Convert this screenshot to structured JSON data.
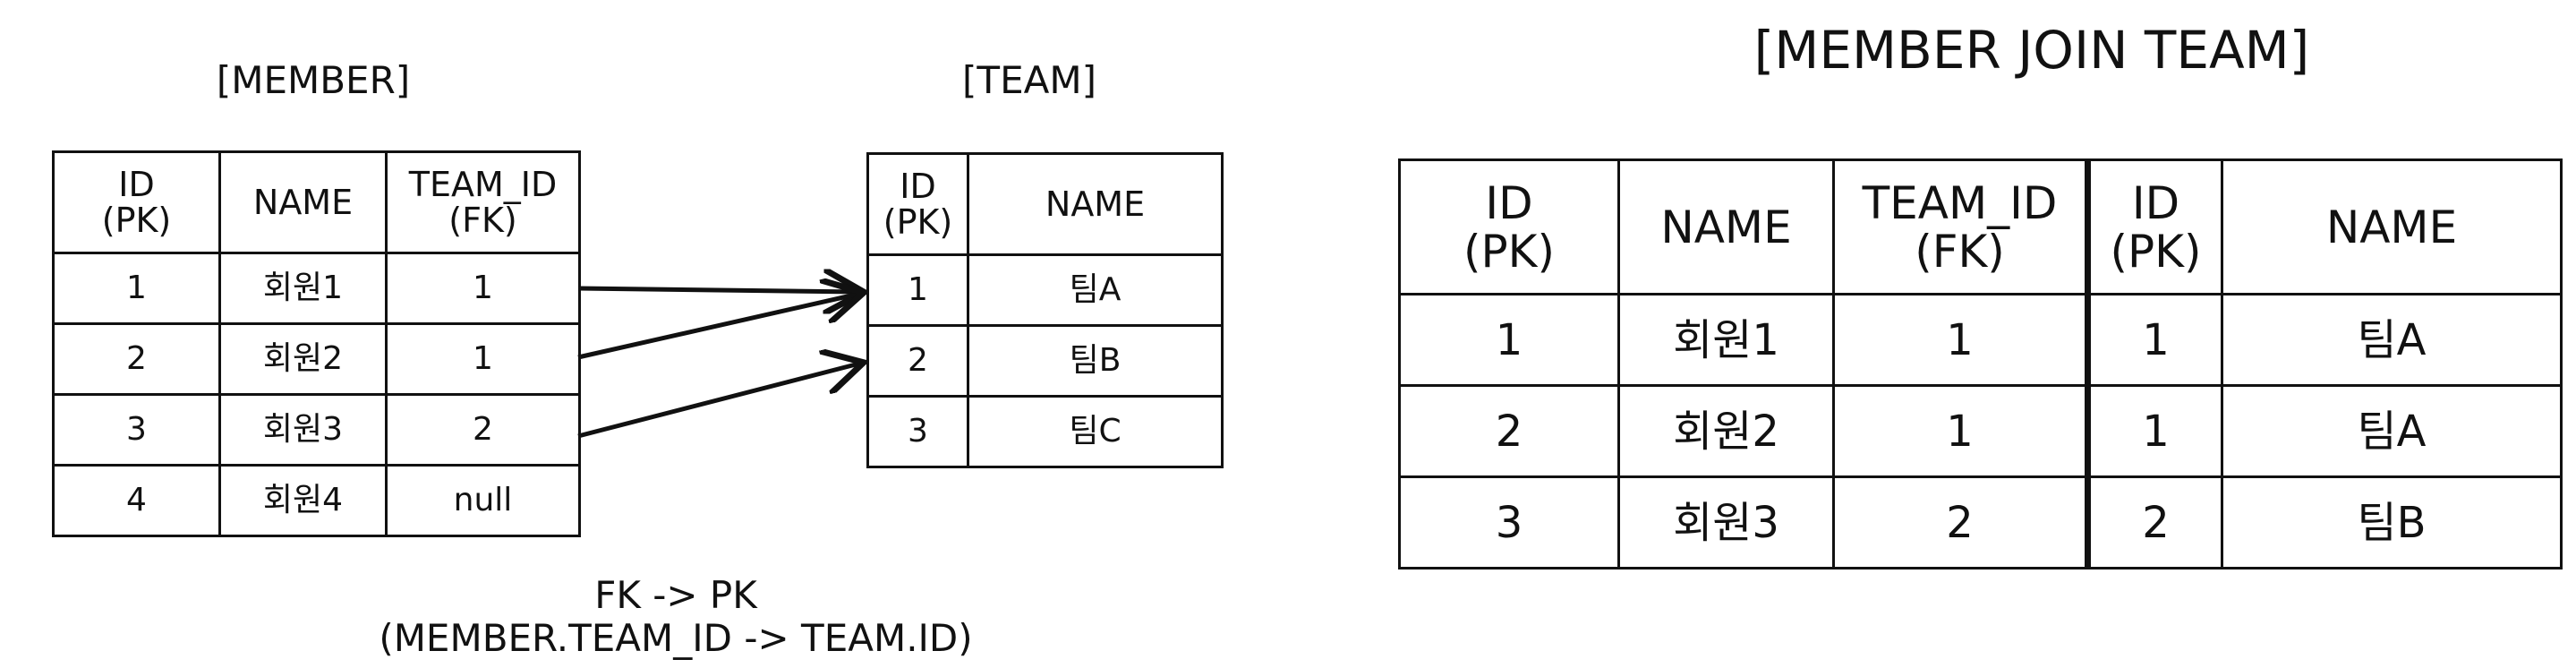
{
  "member": {
    "title": "[MEMBER]",
    "columns": [
      "ID\n(PK)",
      "NAME",
      "TEAM_ID\n(FK)"
    ],
    "rows": [
      [
        "1",
        "회원1",
        "1"
      ],
      [
        "2",
        "회원2",
        "1"
      ],
      [
        "3",
        "회원3",
        "2"
      ],
      [
        "4",
        "회원4",
        "null"
      ]
    ]
  },
  "team": {
    "title": "[TEAM]",
    "columns": [
      "ID\n(PK)",
      "NAME"
    ],
    "rows": [
      [
        "1",
        "팀A"
      ],
      [
        "2",
        "팀B"
      ],
      [
        "3",
        "팀C"
      ]
    ]
  },
  "caption": {
    "line1": "FK -> PK",
    "line2": "(MEMBER.TEAM_ID -> TEAM.ID)"
  },
  "join": {
    "title": "[MEMBER JOIN TEAM]",
    "columns": [
      "ID\n(PK)",
      "NAME",
      "TEAM_ID\n(FK)",
      "ID\n(PK)",
      "NAME"
    ],
    "rows": [
      [
        "1",
        "회원1",
        "1",
        "1",
        "팀A"
      ],
      [
        "2",
        "회원2",
        "1",
        "1",
        "팀A"
      ],
      [
        "3",
        "회원3",
        "2",
        "2",
        "팀B"
      ]
    ]
  },
  "arrows": [
    {
      "from_member_row": "1",
      "to_team_row": "1"
    },
    {
      "from_member_row": "2",
      "to_team_row": "1"
    },
    {
      "from_member_row": "3",
      "to_team_row": "2"
    }
  ]
}
